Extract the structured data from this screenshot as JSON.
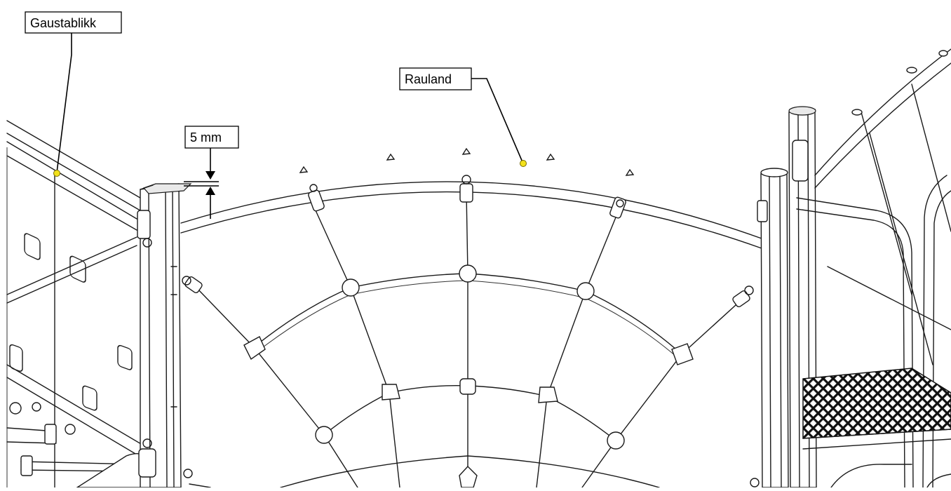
{
  "callouts": {
    "gaustablikk": "Gaustablikk",
    "rauland": "Rauland",
    "gap": "5 mm"
  },
  "colors": {
    "marker": "#f2e11b",
    "line": "#1a1a1a",
    "background": "#ffffff"
  }
}
